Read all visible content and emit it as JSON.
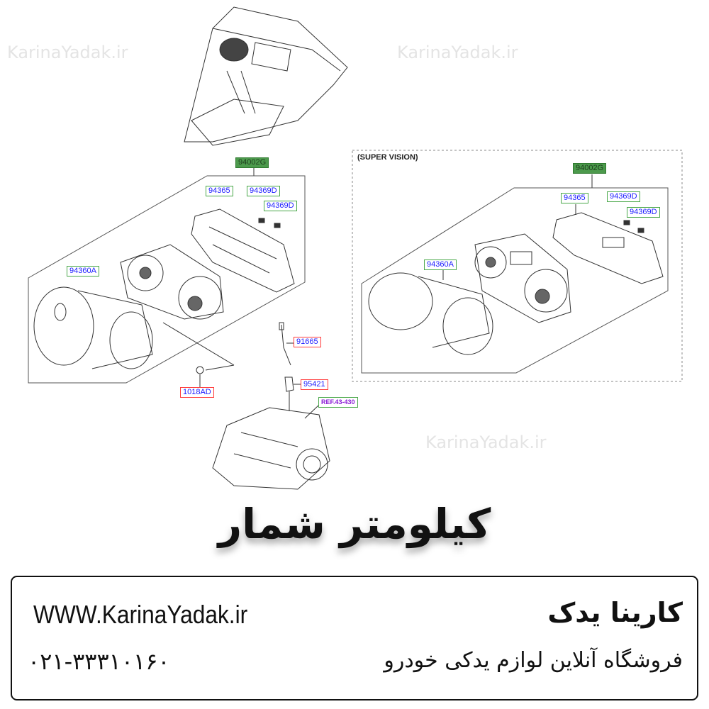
{
  "watermark": "KarinaYadak.ir",
  "diagram": {
    "left_group": {
      "assembly": "94002G",
      "housing": "94365",
      "bulb_1": "94369D",
      "bulb_2": "94369D",
      "lens": "94360A",
      "cable": "91665",
      "sensor": "95421",
      "screw": "1018AD",
      "reference": "REF.43-430"
    },
    "right_group": {
      "caption": "(SUPER VISION)",
      "assembly": "94002G",
      "housing": "94365",
      "bulb_1": "94369D",
      "bulb_2": "94369D",
      "lens": "94360A"
    }
  },
  "title": "کیلومتر شمار",
  "footer": {
    "website": "WWW.KarinaYadak.ir",
    "phone": "۰۲۱-۳۳۳۱۰۱۶۰",
    "brand": "کارینا یدک",
    "tagline": "فروشگاه آنلاین لوازم یدکی خودرو"
  }
}
